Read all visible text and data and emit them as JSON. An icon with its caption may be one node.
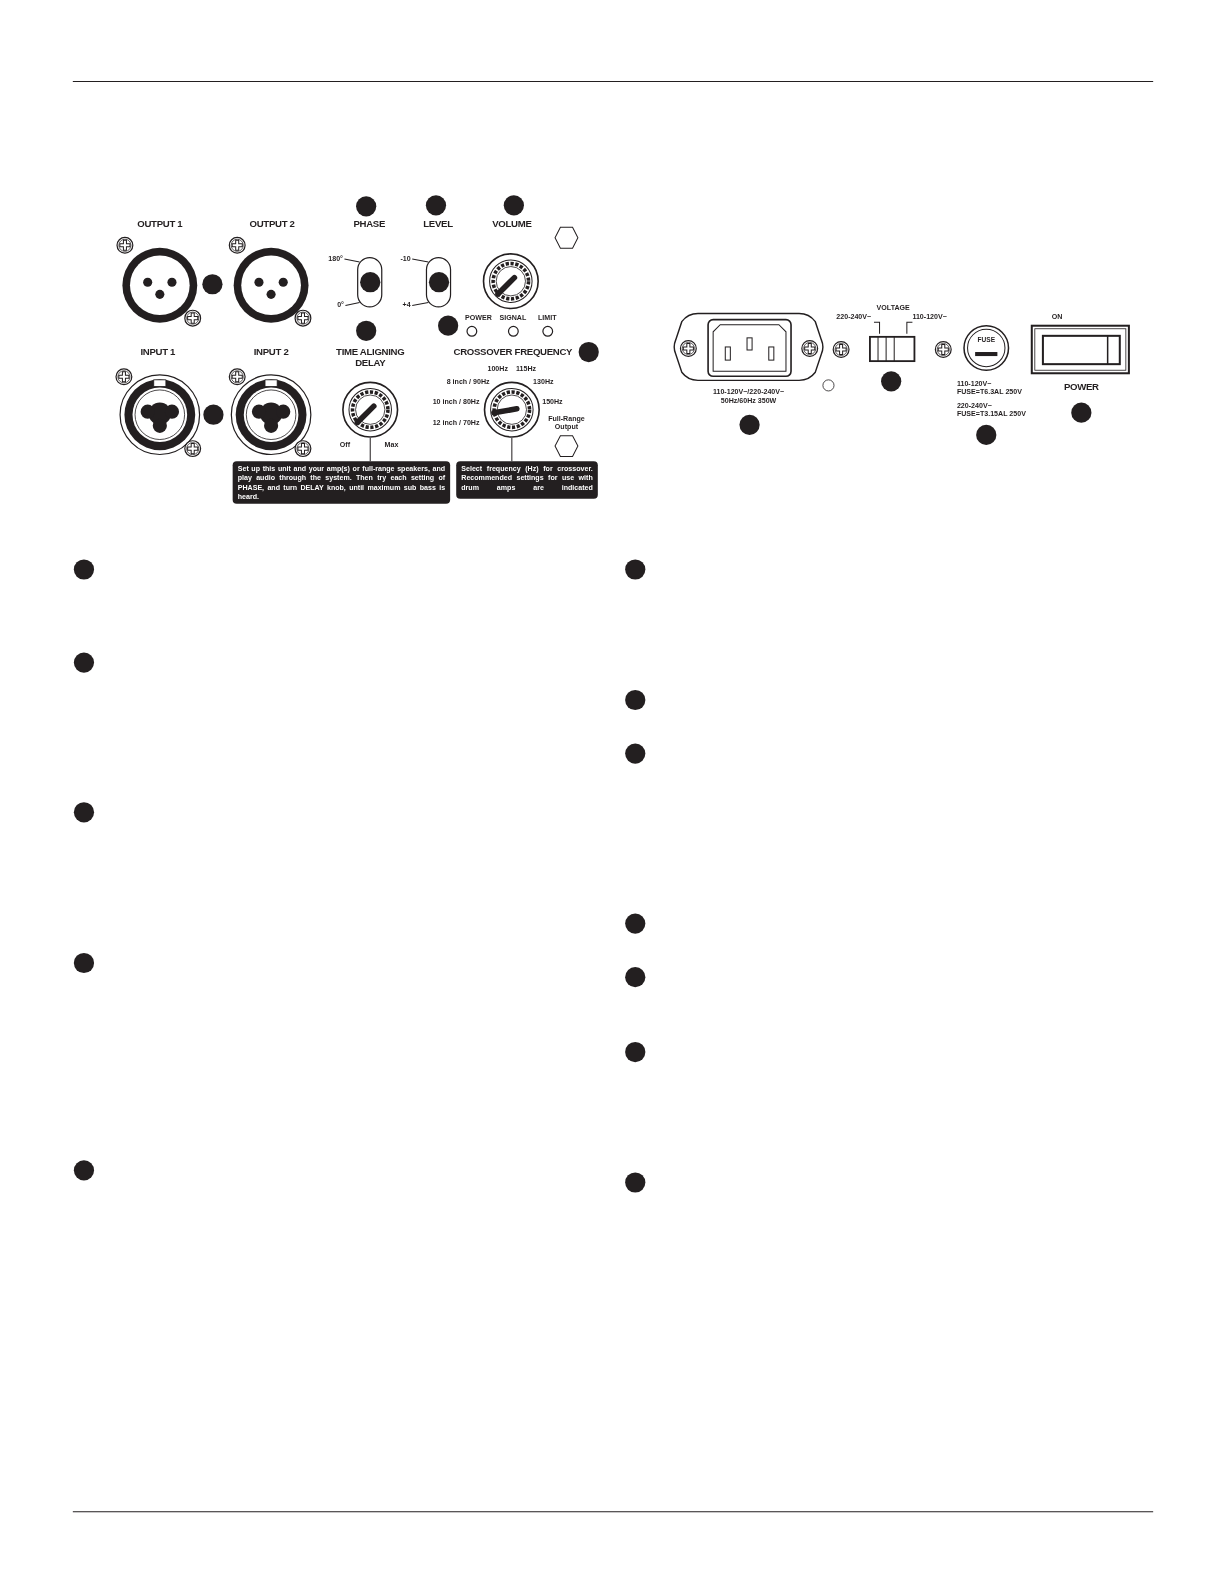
{
  "diagram": {
    "nodes": [
      {
        "text": [
          "180°"
        ]
      },
      {
        "text": [],
        "shape": "box",
        "beside": [
          "PHASE"
        ]
      },
      {
        "text": [
          "0°"
        ]
      },
      {
        "text": [
          "-10"
        ]
      },
      {
        "text": [],
        "shape": "box",
        "beside": [
          "LEVEL"
        ]
      },
      {
        "text": [
          "+4"
        ]
      },
      {
        "text": [],
        "shape": "picture",
        "beside": [
          "VOLUME"
        ]
      },
      {
        "text": [],
        "shape": "picture",
        "beside": [
          "TIME ALIGNING DELAY",
          "Off",
          "Max"
        ]
      },
      {
        "text": [
          "Set up this unit and your amp(s) or full-range speakers, and play audio through the system. Then try each setting of PHASE, and turn DELAY knob, until maximum sub bass is heard."
        ]
      },
      {
        "text": [],
        "shape": "picture",
        "beside": [
          "CROSSOVER FREQUENCY",
          "100Hz",
          "115Hz",
          "8 inch / 90Hz",
          "130Hz",
          "10 inch / 80Hz",
          "150Hz",
          "12 inch / 70Hz",
          "Full-Range Output"
        ]
      },
      {
        "text": [
          "Select frequency (Hz) for crossover. Recommended settings for use with drum amps are indicated"
        ]
      }
    ],
    "edges": [
      {
        "from": 0,
        "to": 1,
        "arrow": "none"
      },
      {
        "from": 2,
        "to": 1,
        "arrow": "none"
      },
      {
        "from": 3,
        "to": 4,
        "arrow": "none"
      },
      {
        "from": 5,
        "to": 4,
        "arrow": "none"
      },
      {
        "from": 8,
        "to": 7,
        "arrow": "none"
      },
      {
        "from": 10,
        "to": 9,
        "arrow": "none"
      }
    ],
    "labels": [
      "OUTPUT 1",
      "OUTPUT 2",
      "POWER",
      "SIGNAL",
      "LIMIT",
      "INPUT 1",
      "INPUT 2",
      "VOLTAGE",
      "220-240V~",
      "110-120V~",
      "ON",
      "FUSE",
      "110-120V~/220-240V~ 50Hz/60Hz 350W",
      "110-120V~ FUSE=T6.3AL 250V",
      "POWER",
      "220-240V~ FUSE=T3.15AL 250V"
    ]
  }
}
